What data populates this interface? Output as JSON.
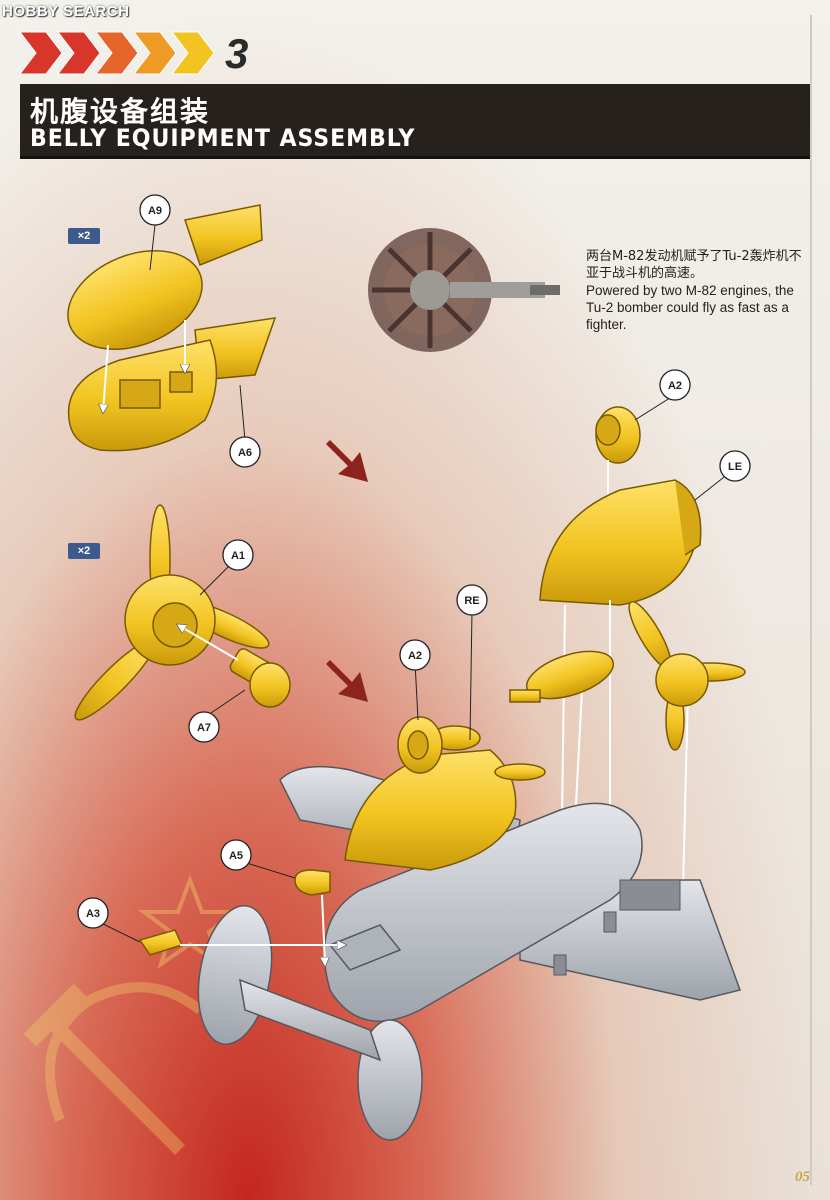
{
  "watermark": "HOBBY SEARCH",
  "step": {
    "number": "3"
  },
  "header": {
    "title_cn": "机腹设备组装",
    "title_en": "BELLY EQUIPMENT ASSEMBLY"
  },
  "badges": {
    "group_1": "×2",
    "group_2": "×2"
  },
  "caption": {
    "cn": "两台M-82发动机赋予了Tu-2轰炸机不亚于战斗机的高速。",
    "en": "Powered by two M-82 engines, the Tu-2 bomber could fly as fast as a fighter."
  },
  "part_labels": {
    "a9": "A9",
    "a6": "A6",
    "a1": "A1",
    "a7": "A7",
    "a2_top": "A2",
    "le": "LE",
    "re": "RE",
    "a2_mid": "A2",
    "a5": "A5",
    "a3": "A3"
  },
  "page_number": "05",
  "colors": {
    "part_yellow": "#f2c421",
    "part_outline": "#7a5a00",
    "gray_plane": "#c9ccd2",
    "header_bg": "#27211e",
    "chevron_red": "#d8362a",
    "chevron_yellow": "#f2c421",
    "arrow_red": "#8c231c"
  }
}
